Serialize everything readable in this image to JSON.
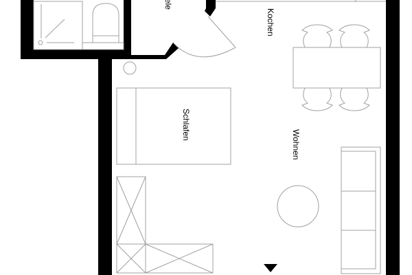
{
  "plan": {
    "rooms": [
      {
        "id": "diele",
        "label": "ele"
      },
      {
        "id": "kochen",
        "label": "Kochen"
      },
      {
        "id": "schlafen",
        "label": "Schlafen"
      },
      {
        "id": "wohnen",
        "label": "Wohnen"
      }
    ],
    "colors": {
      "wall": "#000000",
      "furniture_line": "#a0a0a0",
      "background": "#ffffff"
    },
    "furniture": [
      {
        "id": "shower",
        "type": "shower"
      },
      {
        "id": "toilet",
        "type": "toilet"
      },
      {
        "id": "bed",
        "type": "double-bed"
      },
      {
        "id": "wardrobe",
        "type": "l-shaped-wardrobe"
      },
      {
        "id": "dining-table",
        "type": "table",
        "chairs": 4
      },
      {
        "id": "round-table",
        "type": "round-table"
      },
      {
        "id": "sofa",
        "type": "three-seat-sofa"
      },
      {
        "id": "lamp",
        "type": "floor-lamp"
      }
    ],
    "entrance_marker": "triangle-down"
  }
}
